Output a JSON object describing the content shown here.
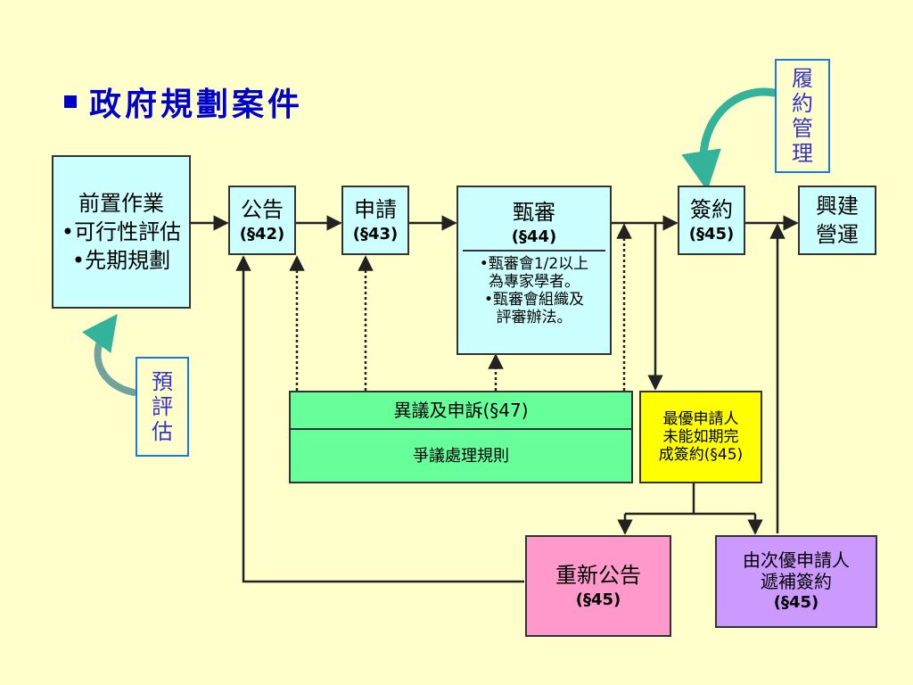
{
  "title": "政府規劃案件",
  "pre_work": {
    "title": "前置作業",
    "lines": [
      "•可行性評估",
      "•先期規劃"
    ]
  },
  "announce": {
    "title": "公告",
    "section": "(§42)"
  },
  "apply": {
    "title": "申請",
    "section": "(§43)"
  },
  "review": {
    "title": "甄審",
    "section": "(§44)",
    "notes": [
      "•甄審會1/2以上",
      "為專家學者。",
      "•甄審會組織及",
      "評審辦法。"
    ]
  },
  "sign": {
    "title": "簽約",
    "section": "(§45)"
  },
  "build": {
    "lines": [
      "興建",
      "營運"
    ]
  },
  "contract_mgmt": {
    "chars": [
      "履",
      "約",
      "管",
      "理"
    ]
  },
  "pre_eval": {
    "chars": [
      "預",
      "評",
      "估"
    ]
  },
  "dispute": {
    "title": "異議及申訴(§47)",
    "subtitle": "爭議處理規則"
  },
  "fail": {
    "lines": [
      "最優申請人",
      "未能如期完",
      "成簽約(§45)"
    ]
  },
  "reannounce": {
    "title": "重新公告",
    "section": "(§45)"
  },
  "next_best": {
    "lines": [
      "由次優申請人",
      "遞補簽約"
    ],
    "section": "(§45)"
  },
  "colors": {
    "box": "#ccffff",
    "dispute": "#66ff99",
    "fail": "#ffff00",
    "reannounce": "#ff99cc",
    "next_best": "#cc99ff",
    "title": "#0000cc",
    "curved_arrow": "#33b39a",
    "line": "#222222"
  }
}
